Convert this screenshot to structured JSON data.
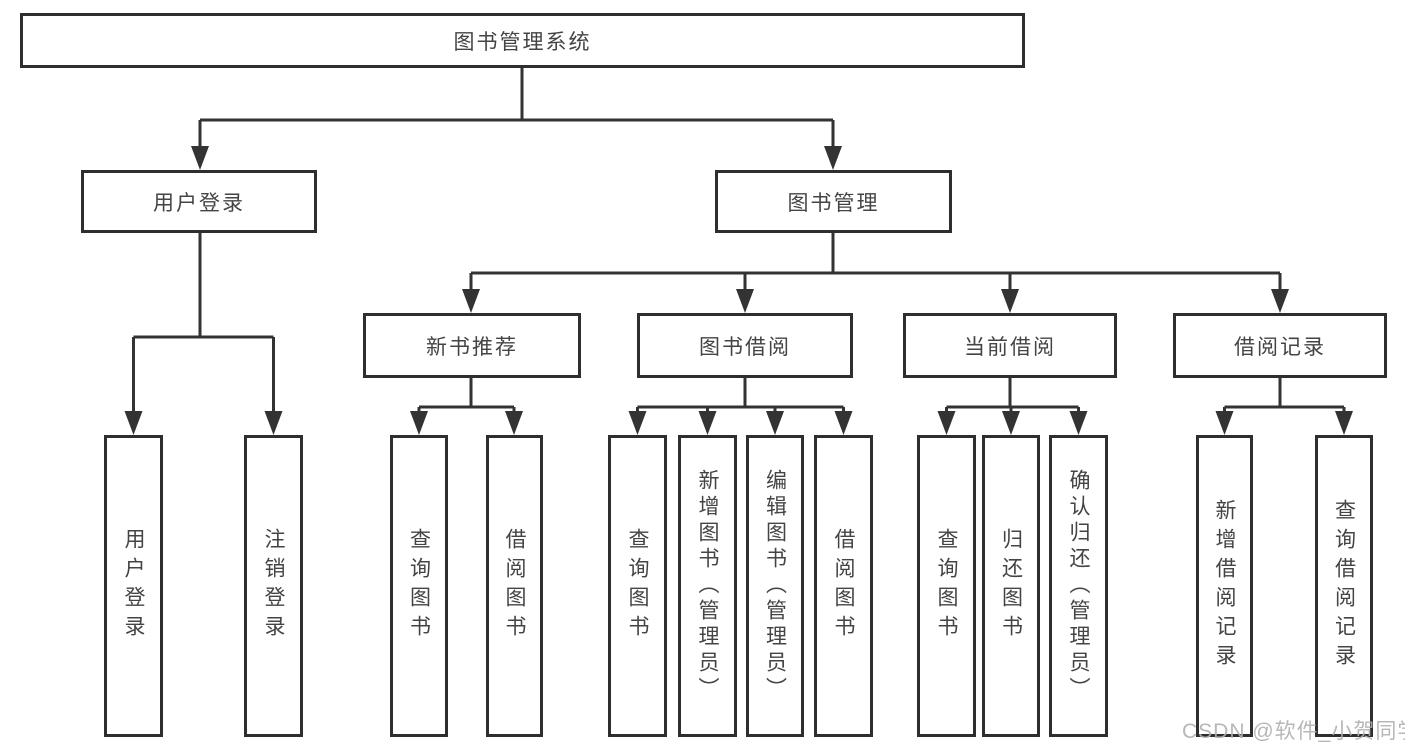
{
  "tree": {
    "label": "图书管理系统",
    "children": [
      {
        "label": "用户登录",
        "children": [
          {
            "label": "用户登录"
          },
          {
            "label": "注销登录"
          }
        ]
      },
      {
        "label": "图书管理",
        "children": [
          {
            "label": "新书推荐",
            "children": [
              {
                "label": "查询图书"
              },
              {
                "label": "借阅图书"
              }
            ]
          },
          {
            "label": "图书借阅",
            "children": [
              {
                "label": "查询图书"
              },
              {
                "label": "新增图书（管理员）"
              },
              {
                "label": "编辑图书（管理员）"
              },
              {
                "label": "借阅图书"
              }
            ]
          },
          {
            "label": "当前借阅",
            "children": [
              {
                "label": "查询图书"
              },
              {
                "label": "归还图书"
              },
              {
                "label": "确认归还（管理员）"
              }
            ]
          },
          {
            "label": "借阅记录",
            "children": [
              {
                "label": "新增借阅记录"
              },
              {
                "label": "查询借阅记录"
              }
            ]
          }
        ]
      }
    ]
  },
  "watermark": "CSDN @软件_小贺同学",
  "colors": {
    "line": "#333333",
    "box_border": "#2e2e2e",
    "text": "#444444",
    "watermark": "#b0b0b0",
    "background": "#ffffff"
  }
}
